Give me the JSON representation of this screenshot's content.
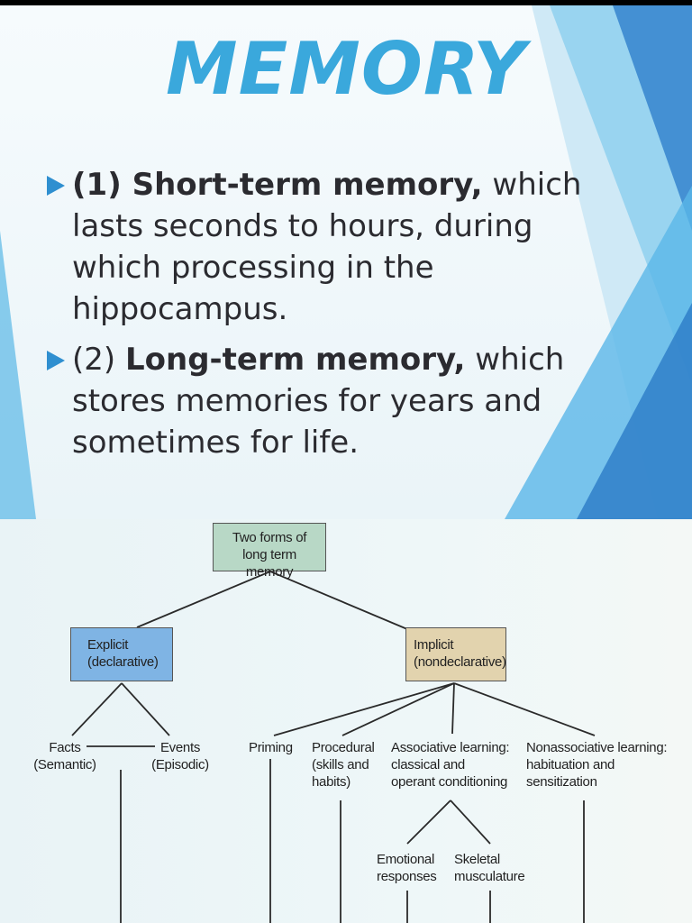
{
  "slide_top": {
    "title": "MEMORY",
    "bullets": [
      {
        "lead": "(1) ",
        "bold": "Short-term memory,",
        "rest": " which lasts seconds to hours, during which processing in the hippocampus."
      },
      {
        "lead": "(2) ",
        "bold": "Long-term memory,",
        "rest": " which stores memories for years and sometimes for life."
      }
    ],
    "accent_color": "#3aa8dc",
    "bullet_color": "#2f8fd0"
  },
  "diagram": {
    "root": {
      "line1": "Two forms of",
      "line2": "long term memory"
    },
    "explicit": {
      "line1": "Explicit",
      "line2": "(declarative)"
    },
    "implicit": {
      "line1": "Implicit",
      "line2": "(nondeclarative)"
    },
    "facts": {
      "line1": "Facts",
      "line2": "(Semantic)"
    },
    "events": {
      "line1": "Events",
      "line2": "(Episodic)"
    },
    "priming": {
      "line1": "Priming"
    },
    "procedural": {
      "line1": "Procedural",
      "line2": "(skills and",
      "line3": "habits)"
    },
    "associative": {
      "line1": "Associative learning:",
      "line2": "classical and",
      "line3": "operant conditioning"
    },
    "nonassociative": {
      "line1": "Nonassociative learning:",
      "line2": "habituation and",
      "line3": "sensitization"
    },
    "emotional": {
      "line1": "Emotional",
      "line2": "responses"
    },
    "skeletal": {
      "line1": "Skeletal",
      "line2": "musculature"
    },
    "colors": {
      "root": "#b8d8c6",
      "explicit": "#7fb4e4",
      "implicit": "#e2d3ae"
    }
  }
}
